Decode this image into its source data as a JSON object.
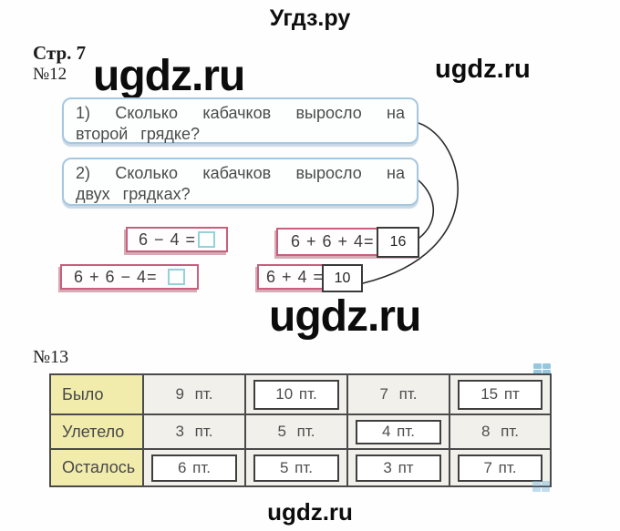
{
  "page": {
    "site_title": "Угдз.ру",
    "page_label": "Стр. 7",
    "task12_label": "№12",
    "task13_label": "№13"
  },
  "watermarks": {
    "left": "ugdz.ru",
    "right": "ugdz.ru",
    "center": "ugdz.ru",
    "bottom": "ugdz.ru"
  },
  "questions": [
    {
      "line1": "1) Сколько кабачков выросло на",
      "line2": "второй грядке?"
    },
    {
      "line1": "2) Сколько кабачков выросло на",
      "line2": "двух грядках?"
    }
  ],
  "equations": {
    "eq1": {
      "expr": "6 − 4 ="
    },
    "eq2": {
      "expr": "6 + 6 + 4=",
      "answer": "16"
    },
    "eq3": {
      "expr": "6 + 6 − 4=",
      "answer": ""
    },
    "eq4": {
      "expr": "6 + 4 =",
      "answer": "10"
    }
  },
  "table": {
    "rows": [
      {
        "label": "Было",
        "cells": [
          {
            "text": "9 пт."
          },
          {
            "text": "10 пт."
          },
          {
            "text": "7 пт."
          },
          {
            "text": "15 пт"
          }
        ]
      },
      {
        "label": "Улетело",
        "cells": [
          {
            "text": "3 пт."
          },
          {
            "text": "5 пт."
          },
          {
            "text": "4 пт."
          },
          {
            "text": "8 пт."
          }
        ]
      },
      {
        "label": "Осталось",
        "cells": [
          {
            "text": "6 пт."
          },
          {
            "text": "5 пт."
          },
          {
            "text": "3 пт"
          },
          {
            "text": "7 пт."
          }
        ]
      }
    ]
  },
  "colors": {
    "question_box_border": "#a5c8e1",
    "equation_box_border": "#c75f7d",
    "blank_square_border": "#92d2d8",
    "answer_box_border": "#3a3a3a",
    "table_header_bg": "#f1ecac",
    "table_cell_bg": "#f1f0eb",
    "grid_icon_blue": "#85bedd"
  }
}
